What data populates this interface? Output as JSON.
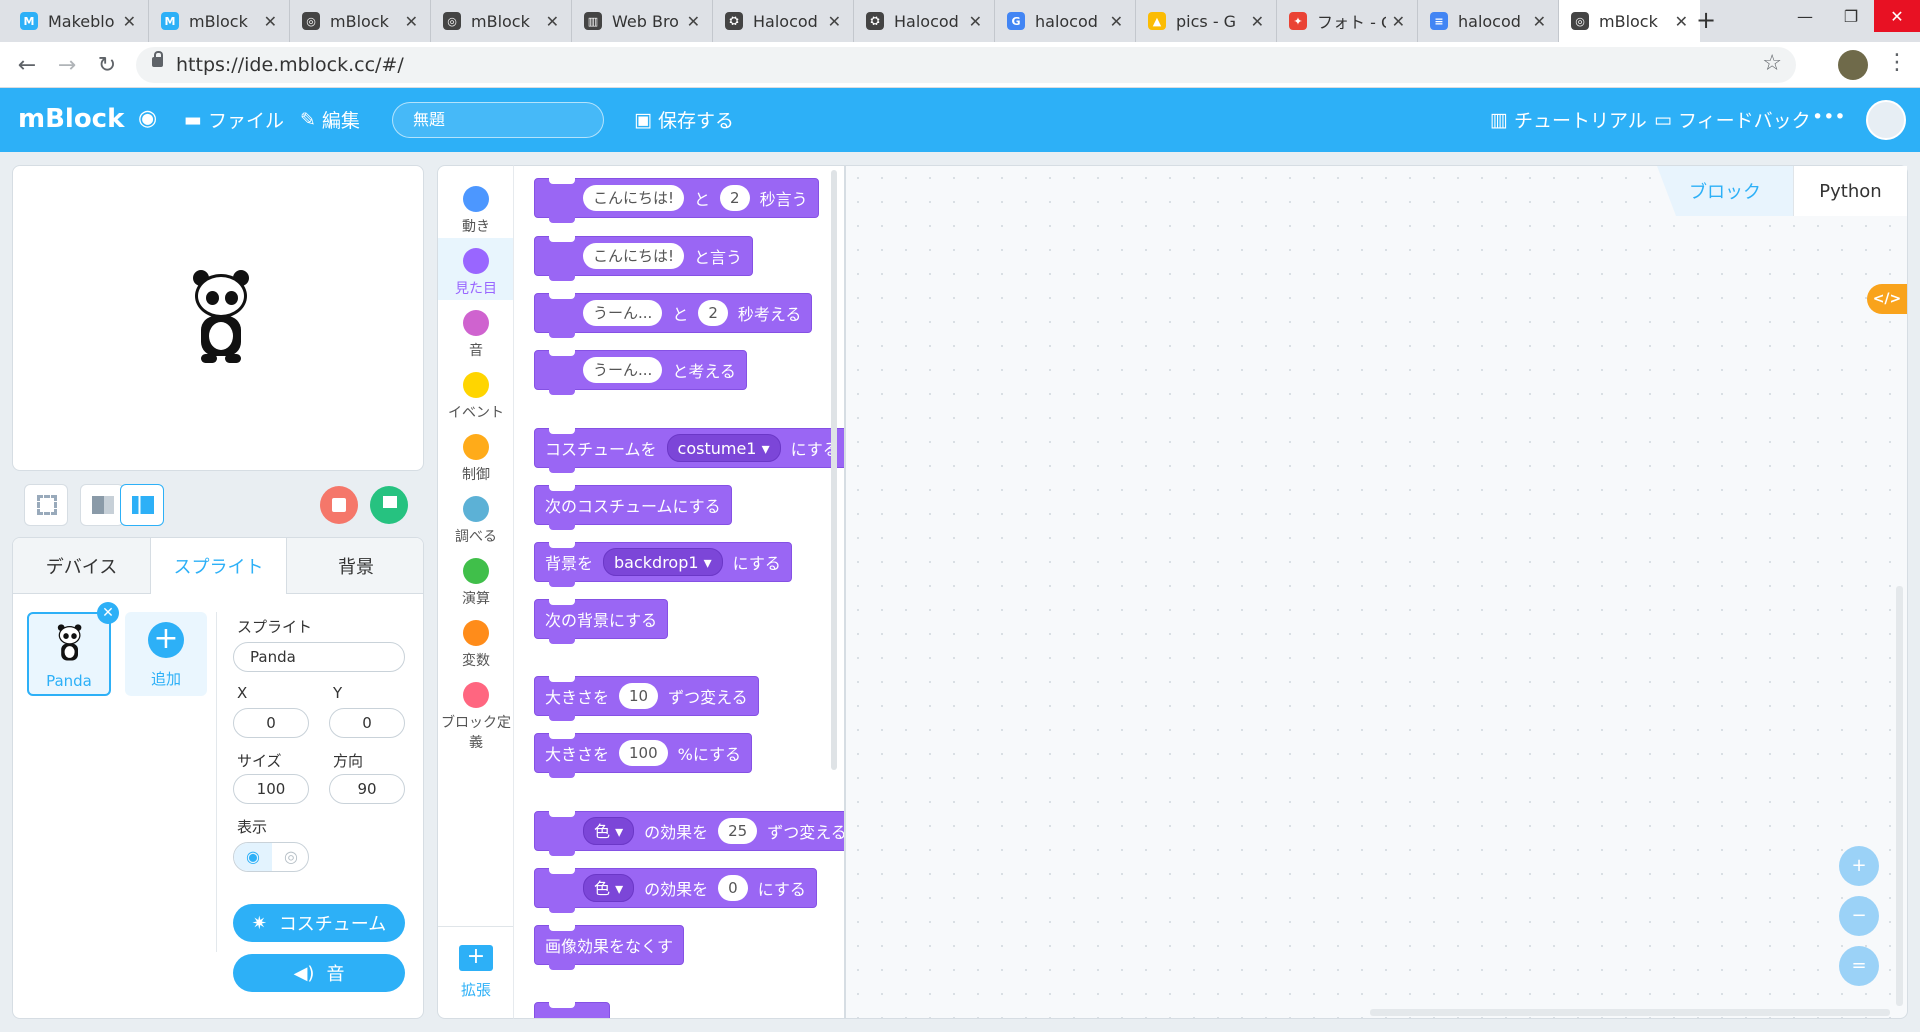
{
  "browser": {
    "tabs": [
      {
        "title": "Makeblo",
        "icon": "makeblock-icon",
        "color": "#2db0f7",
        "glyph": "M"
      },
      {
        "title": "mBlock",
        "icon": "makeblock-icon",
        "color": "#2db0f7",
        "glyph": "M"
      },
      {
        "title": "mBlock",
        "icon": "mblock-panda-icon",
        "color": "#444444",
        "glyph": "◎"
      },
      {
        "title": "mBlock",
        "icon": "mblock-panda-icon",
        "color": "#444444",
        "glyph": "◎"
      },
      {
        "title": "Web Bro",
        "icon": "book-icon",
        "color": "#444444",
        "glyph": "▥"
      },
      {
        "title": "Halocod",
        "icon": "github-icon",
        "color": "#444444",
        "glyph": "⛭"
      },
      {
        "title": "Halocod",
        "icon": "github-icon",
        "color": "#444444",
        "glyph": "⛭"
      },
      {
        "title": "halocod",
        "icon": "google-icon",
        "color": "#4285f4",
        "glyph": "G"
      },
      {
        "title": "pics - G",
        "icon": "drive-icon",
        "color": "#fbbc04",
        "glyph": "▲"
      },
      {
        "title": "フォト - G",
        "icon": "photos-icon",
        "color": "#ea4335",
        "glyph": "✦"
      },
      {
        "title": "halocod",
        "icon": "docs-icon",
        "color": "#4285f4",
        "glyph": "≡"
      },
      {
        "title": "mBlock",
        "icon": "mblock-panda-icon",
        "color": "#444444",
        "glyph": "◎"
      }
    ],
    "new_tab": "+",
    "close_glyph": "✕",
    "url": "https://ide.mblock.cc/#/"
  },
  "header": {
    "logo": "mBlock",
    "file": "ファイル",
    "edit": "編集",
    "project_name": "無題",
    "save": "保存する",
    "tutorial": "チュートリアル",
    "feedback": "フィードバック",
    "more": "•••"
  },
  "sprite_panel": {
    "tabs": [
      "デバイス",
      "スプライト",
      "背景"
    ],
    "sprite_name": "Panda",
    "add_label": "追加",
    "delete": "✕",
    "add": "+",
    "props": {
      "sprite_label": "スプライト",
      "sprite_value": "Panda",
      "x_label": "X",
      "x_value": "0",
      "y_label": "Y",
      "y_value": "0",
      "size_label": "サイズ",
      "size_value": "100",
      "dir_label": "方向",
      "dir_value": "90",
      "show_label": "表示"
    },
    "costume_btn": "コスチューム",
    "sound_btn": "音"
  },
  "categories": [
    {
      "label": "動き",
      "color": "#4c97ff"
    },
    {
      "label": "見た目",
      "color": "#9966ff"
    },
    {
      "label": "音",
      "color": "#cf63cf"
    },
    {
      "label": "イベント",
      "color": "#ffd500"
    },
    {
      "label": "制御",
      "color": "#ffab19"
    },
    {
      "label": "調べる",
      "color": "#5cb1d6"
    },
    {
      "label": "演算",
      "color": "#40bf4a"
    },
    {
      "label": "変数",
      "color": "#ff8c1a"
    },
    {
      "label": "ブロック定義",
      "color": "#ff6680"
    }
  ],
  "extension_label": "拡張",
  "blocks": {
    "b1": {
      "slot1": "こんにちは!",
      "t1": "と",
      "slot2": "2",
      "t2": "秒言う"
    },
    "b2": {
      "slot1": "こんにちは!",
      "t1": "と言う"
    },
    "b3": {
      "slot1": "うーん...",
      "t1": "と",
      "slot2": "2",
      "t2": "秒考える"
    },
    "b4": {
      "slot1": "うーん...",
      "t1": "と考える"
    },
    "b5": {
      "t1": "コスチュームを",
      "dd": "costume1 ▾",
      "t2": "にする"
    },
    "b6": {
      "t1": "次のコスチュームにする"
    },
    "b7": {
      "t1": "背景を",
      "dd": "backdrop1 ▾",
      "t2": "にする"
    },
    "b8": {
      "t1": "次の背景にする"
    },
    "b9": {
      "t1": "大きさを",
      "slot": "10",
      "t2": "ずつ変える"
    },
    "b10": {
      "t1": "大きさを",
      "slot": "100",
      "t2": "%にする"
    },
    "b11": {
      "dd": "色 ▾",
      "t1": "の効果を",
      "slot": "25",
      "t2": "ずつ変える"
    },
    "b12": {
      "dd": "色 ▾",
      "t1": "の効果を",
      "slot": "0",
      "t2": "にする"
    },
    "b13": {
      "t1": "画像効果をなくす"
    }
  },
  "editor": {
    "mode_blocks": "ブロック",
    "mode_python": "Python",
    "code_toggle": "</>",
    "zoom_in": "+",
    "zoom_out": "−",
    "zoom_reset": "="
  }
}
